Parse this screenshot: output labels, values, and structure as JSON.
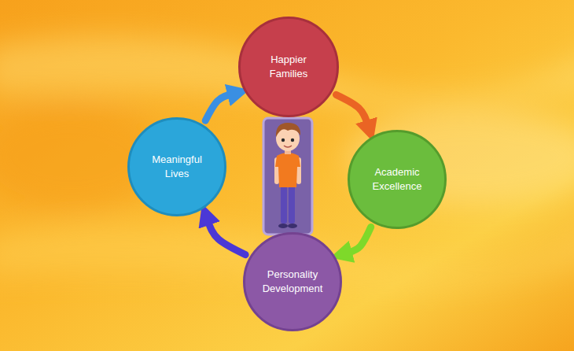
{
  "diagram": {
    "nodes": [
      {
        "text": [
          "Happier Families"
        ]
      },
      {
        "text": [
          "Academic Excellence"
        ]
      },
      {
        "text": [
          "Personality Development"
        ]
      },
      {
        "text": [
          "Meaningful Lives"
        ]
      }
    ],
    "edges": [
      {
        "from": 0,
        "to": 1,
        "arrow": "to"
      },
      {
        "from": 1,
        "to": 2,
        "arrow": "to"
      },
      {
        "from": 2,
        "to": 3,
        "arrow": "to"
      },
      {
        "from": 3,
        "to": 0,
        "arrow": "to"
      }
    ]
  }
}
